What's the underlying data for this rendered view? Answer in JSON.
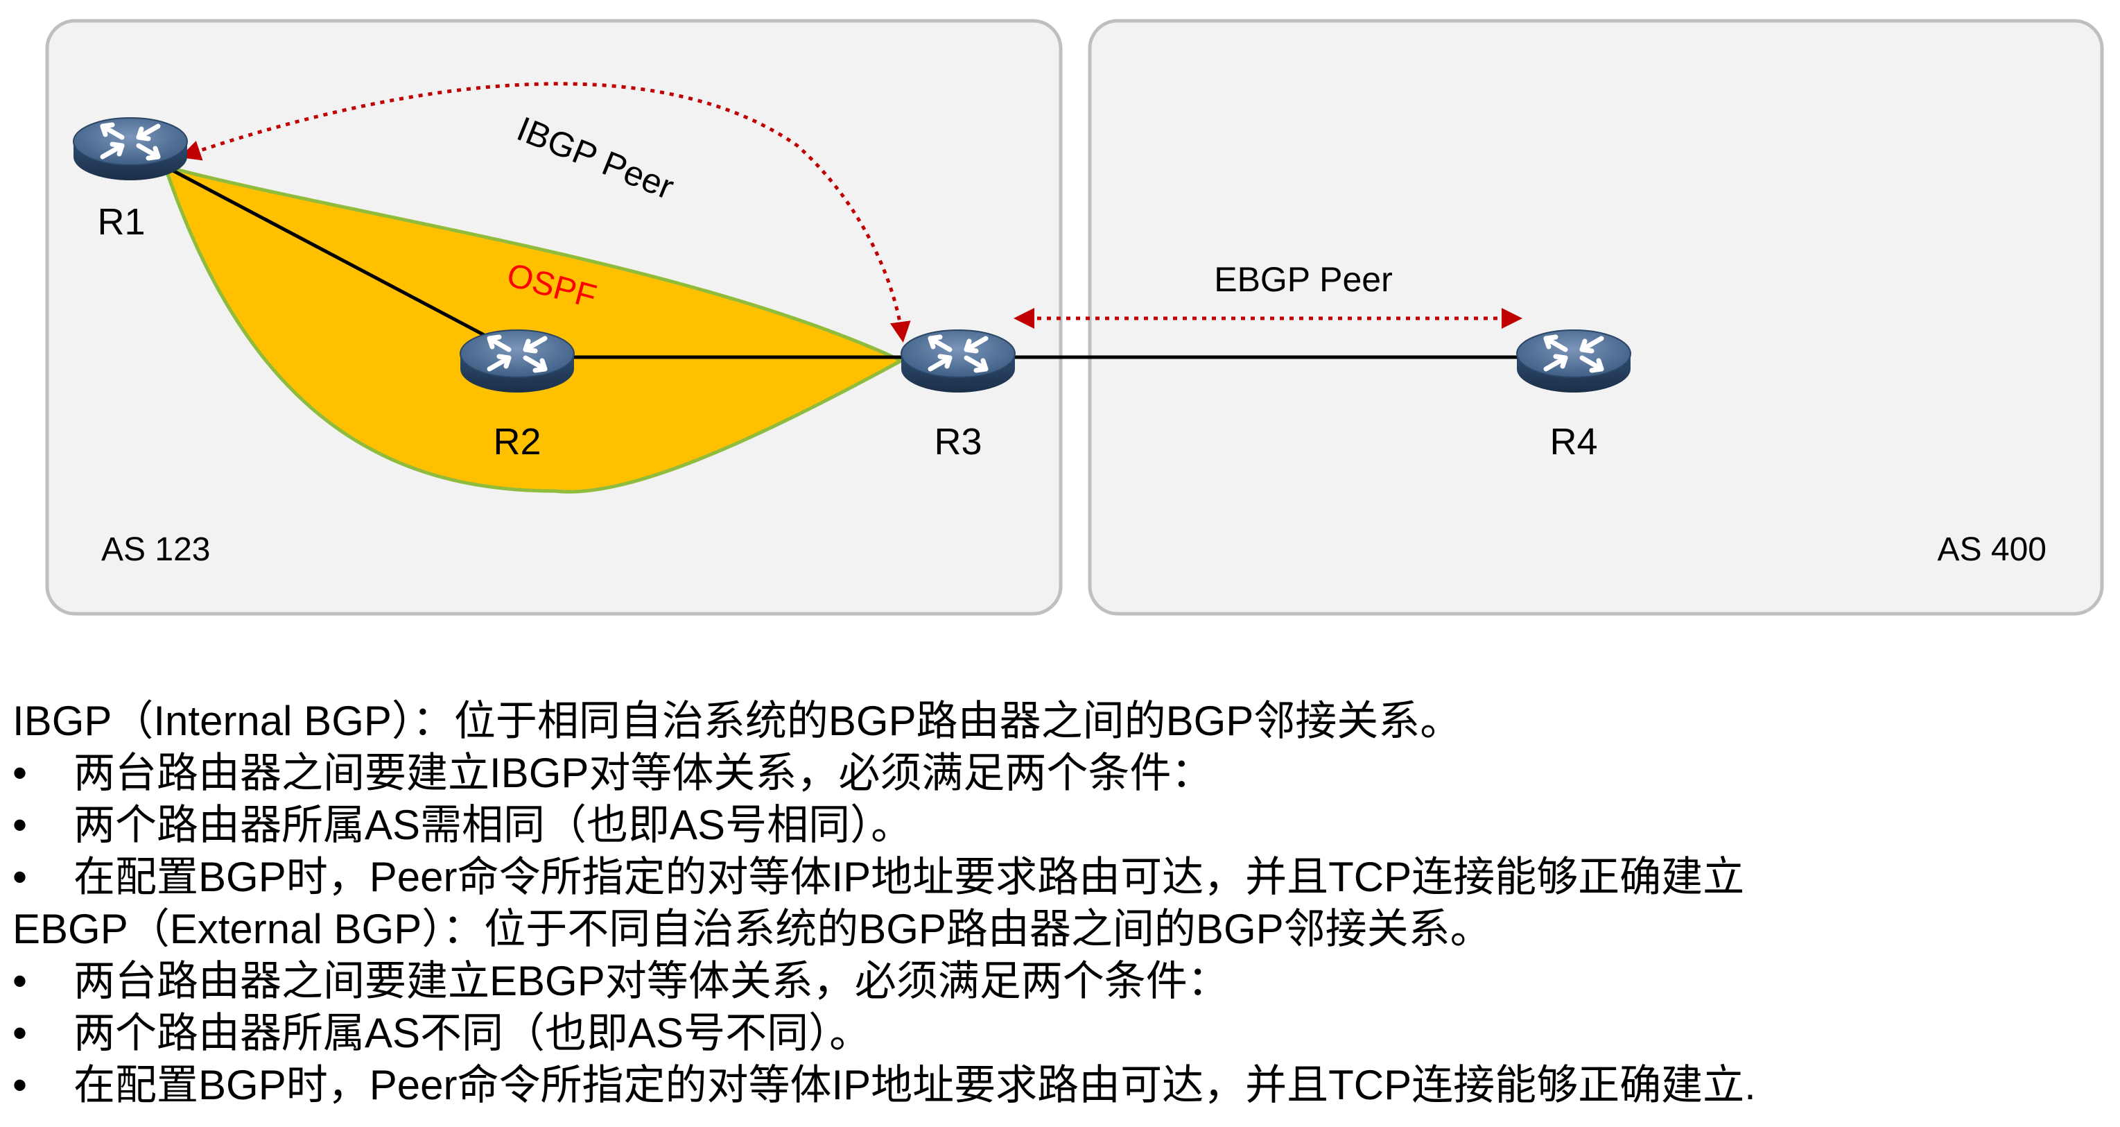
{
  "diagram": {
    "as_left": "AS 123",
    "as_right": "AS 400",
    "routers": {
      "r1": "R1",
      "r2": "R2",
      "r3": "R3",
      "r4": "R4"
    },
    "ibgp_label": "IBGP Peer",
    "ebgp_label": "EBGP Peer",
    "ospf_label": "OSPF",
    "colors": {
      "ospf_fill": "#ffc000",
      "ospf_edge": "#8fbc3c",
      "peer_arrow": "#c00000",
      "as_border": "#bfbfbf",
      "as_fill": "#f2f2f2"
    }
  },
  "notes": {
    "bullet": "•",
    "lines": [
      {
        "text": "IBGP（Internal BGP）：位于相同自治系统的BGP路由器之间的BGP邻接关系。",
        "bullet": false
      },
      {
        "text": "两台路由器之间要建立IBGP对等体关系，必须满足两个条件：",
        "bullet": true
      },
      {
        "text": "两个路由器所属AS需相同（也即AS号相同）。",
        "bullet": true
      },
      {
        "text": "在配置BGP时，Peer命令所指定的对等体IP地址要求路由可达，并且TCP连接能够正确建立",
        "bullet": true
      },
      {
        "text": "EBGP（External BGP）：位于不同自治系统的BGP路由器之间的BGP邻接关系。",
        "bullet": false
      },
      {
        "text": "两台路由器之间要建立EBGP对等体关系，必须满足两个条件：",
        "bullet": true
      },
      {
        "text": "两个路由器所属AS不同（也即AS号不同）。",
        "bullet": true
      },
      {
        "text": "在配置BGP时，Peer命令所指定的对等体IP地址要求路由可达，并且TCP连接能够正确建立.",
        "bullet": true
      }
    ]
  }
}
